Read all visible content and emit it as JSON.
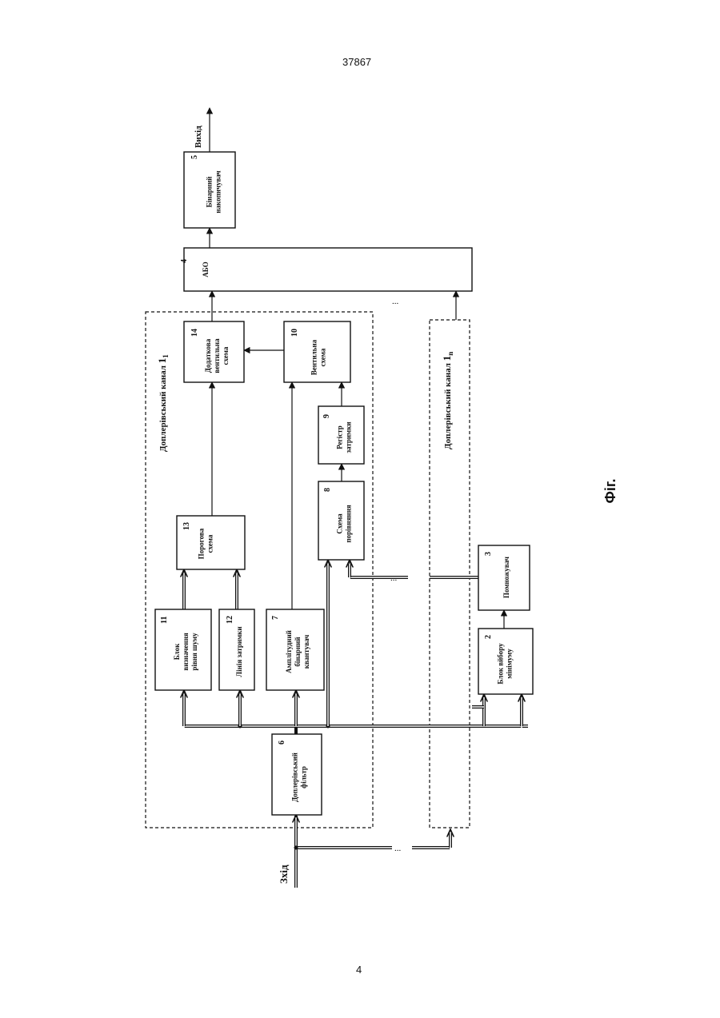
{
  "page": {
    "top_number": "37867",
    "bottom_number": "4",
    "figure_label": "Фіг."
  },
  "signals": {
    "input": "Зхід",
    "output": "Вихід"
  },
  "channels": {
    "ch1": {
      "label": "Доплерівський канал",
      "sub": "1",
      "subscript": "1"
    },
    "chn": {
      "label": "Доплерівський канал",
      "sub": "1",
      "subscript": "n"
    }
  },
  "ellipsis": "...",
  "blocks": {
    "b2": {
      "num": "2",
      "lines": [
        "Блок вйбору",
        "мінімуму"
      ]
    },
    "b3": {
      "num": "3",
      "lines": [
        "Помножувач"
      ]
    },
    "b4": {
      "num": "4",
      "lines": [
        "АБО"
      ]
    },
    "b5": {
      "num": "5",
      "lines": [
        "Бінарний",
        "накопичувач"
      ]
    },
    "b6": {
      "num": "6",
      "lines": [
        "Доплерівський",
        "фільтр"
      ]
    },
    "b7": {
      "num": "7",
      "lines": [
        "Амплітудний",
        "бінарний",
        "квантувач"
      ]
    },
    "b8": {
      "num": "8",
      "lines": [
        "Схема",
        "порівняння"
      ]
    },
    "b9": {
      "num": "9",
      "lines": [
        "Регістр",
        "затримки"
      ]
    },
    "b10": {
      "num": "10",
      "lines": [
        "Вентильна",
        "схема"
      ]
    },
    "b11": {
      "num": "11",
      "lines": [
        "Блок",
        "визначення",
        "рівня шуму"
      ]
    },
    "b12": {
      "num": "12",
      "lines": [
        "Лінія затримки"
      ]
    },
    "b13": {
      "num": "13",
      "lines": [
        "Порогова",
        "схема"
      ]
    },
    "b14": {
      "num": "14",
      "lines": [
        "Додаткова",
        "вентильна",
        "схема"
      ]
    }
  }
}
